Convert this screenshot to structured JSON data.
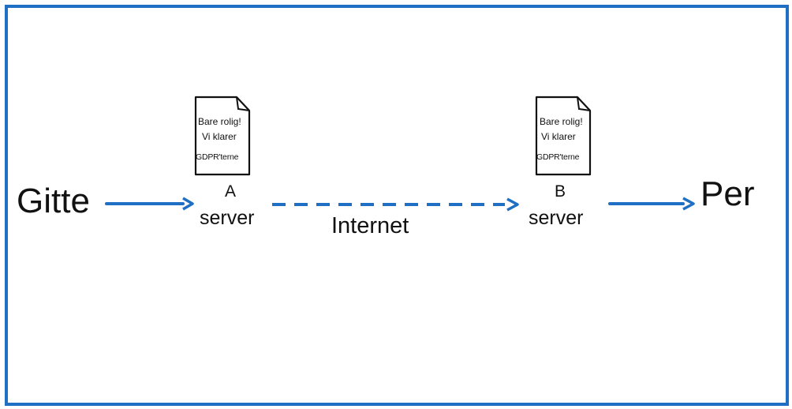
{
  "diagram": {
    "sender": "Gitte",
    "receiver": "Per",
    "network_label": "Internet",
    "server_a": {
      "letter": "A",
      "label": "server",
      "document_lines": [
        "Bare rolig!",
        "Vi klarer",
        "GDPR'terne"
      ]
    },
    "server_b": {
      "letter": "B",
      "label": "server",
      "document_lines": [
        "Bare rolig!",
        "Vi klarer",
        "GDPR'terne"
      ]
    },
    "colors": {
      "border": "#1f6fc4",
      "arrow": "#1f6fc4",
      "text": "#111111"
    },
    "icons": {
      "document": "document-icon",
      "arrow": "arrow-right-icon"
    }
  }
}
